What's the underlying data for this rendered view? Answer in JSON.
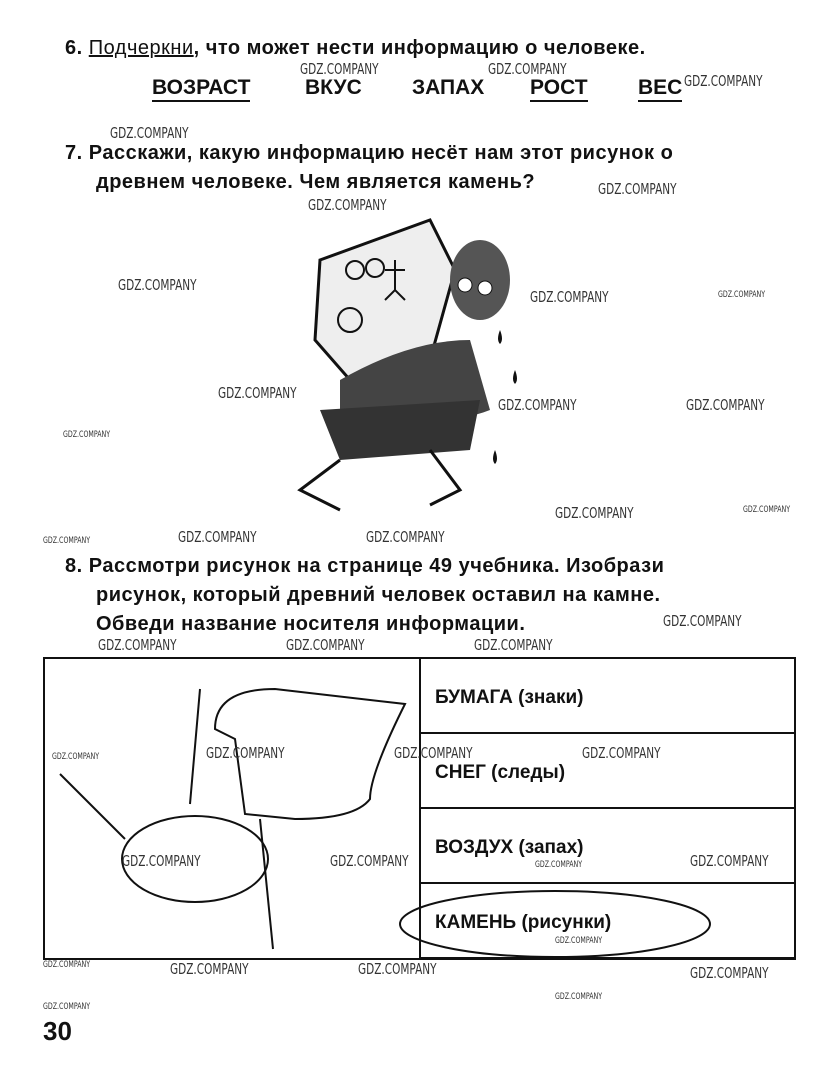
{
  "watermark": "GDZ.COMPANY",
  "q6": {
    "num": "6.",
    "underlined": "Подчеркни",
    "text": ", что может нести информацию о человеке.",
    "words": [
      "ВОЗРАСТ",
      "ВКУС",
      "ЗАПАХ",
      "РОСТ",
      "ВЕС"
    ]
  },
  "q7": {
    "num": "7.",
    "line1": "Расскажи, какую информацию несёт нам этот рисунок о",
    "line2": "древнем человеке. Чем является камень?"
  },
  "q8": {
    "num": "8.",
    "line1": "Рассмотри рисунок на странице 49 учебника. Изобрази",
    "line2": "рисунок, который древний человек оставил на камне.",
    "line3": "Обведи название носителя информации."
  },
  "options": [
    "БУМАГА  (знаки)",
    "СНЕГ  (следы)",
    "ВОЗДУХ  (запах)",
    "КАМЕНЬ  (рисунки)"
  ],
  "page_number": "30"
}
